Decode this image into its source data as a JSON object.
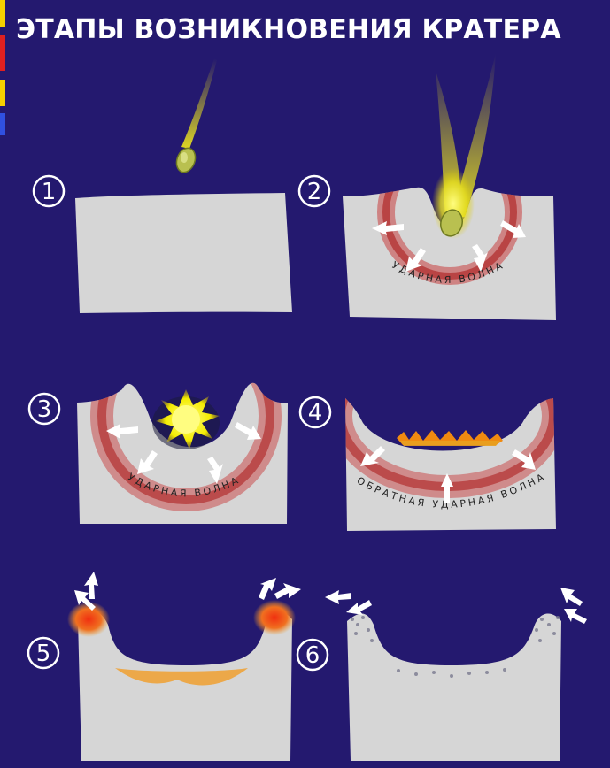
{
  "title": "ЭТАПЫ ВОЗНИКНОВЕНИЯ КРАТЕРА",
  "stages": [
    {
      "number": "1"
    },
    {
      "number": "2",
      "label": "УДАРНАЯ ВОЛНА"
    },
    {
      "number": "3",
      "label": "УДАРНАЯ ВОЛНА"
    },
    {
      "number": "4",
      "label": "ОБРАТНАЯ УДАРНАЯ ВОЛНА"
    },
    {
      "number": "5"
    },
    {
      "number": "6"
    }
  ],
  "colors": {
    "background": "#24196f",
    "ground": "#d4d4d4",
    "shock_wave": "#c0392b",
    "meteor_flame": "#e8e020",
    "hot_ejecta": "#e85a10"
  }
}
